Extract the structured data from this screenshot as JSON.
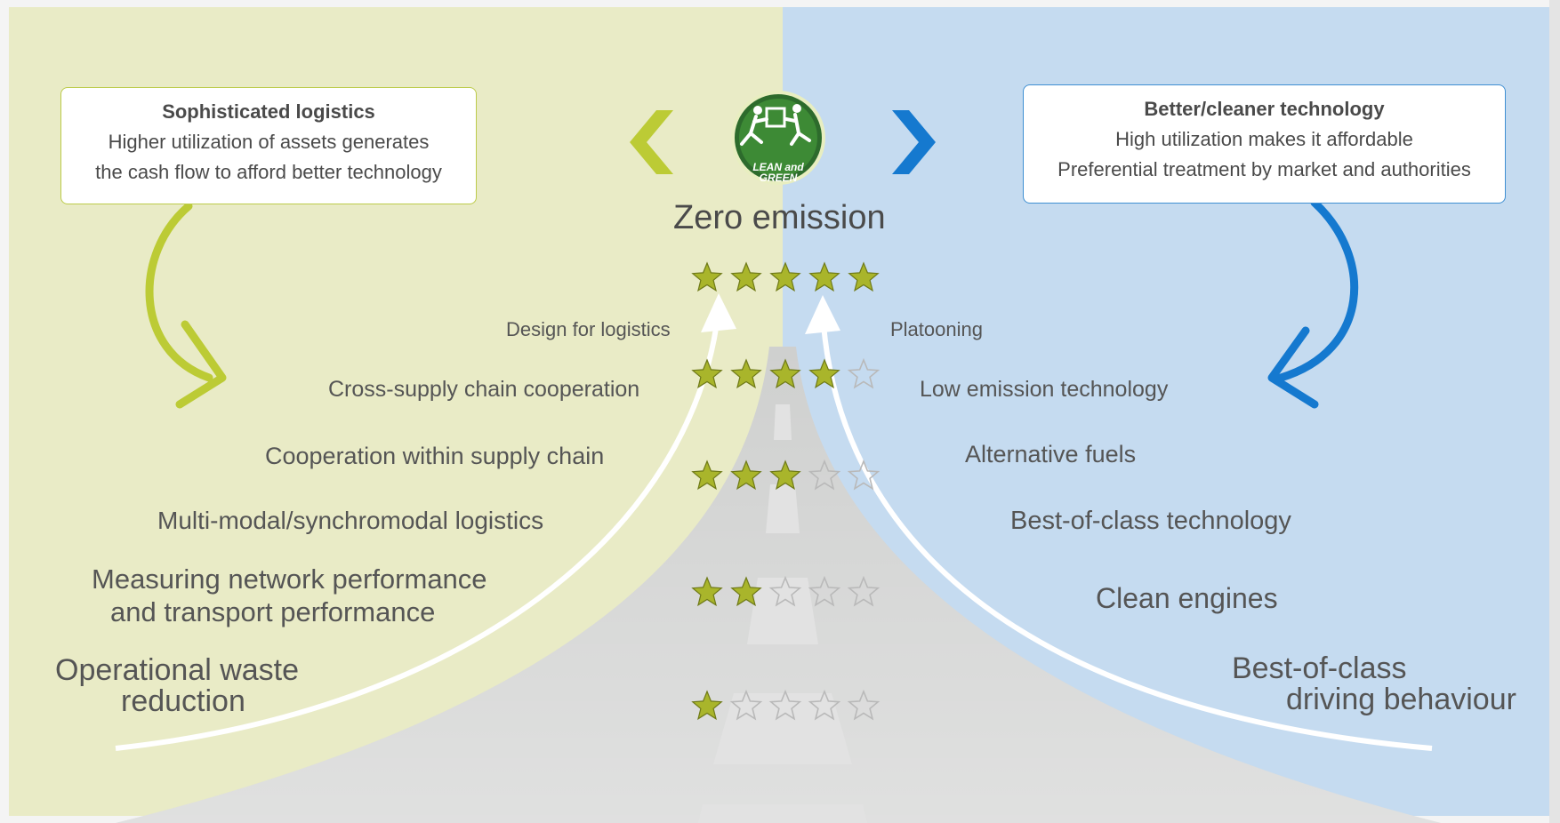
{
  "colors": {
    "left_bg": "#e9ebc6",
    "right_bg": "#c5dbf0",
    "road": "#cfd0cf",
    "green_accent": "#bccb35",
    "blue_accent": "#1579cf",
    "star_fill": "#a9b52b",
    "star_empty": "#b9b9b9"
  },
  "logo": {
    "text_line1": "LEAN and",
    "text_line2": "GREEN",
    "icon": "running-figures-icon"
  },
  "left_box": {
    "title": "Sophisticated logistics",
    "line1": "Higher utilization of assets generates",
    "line2": "the cash flow to afford better technology"
  },
  "right_box": {
    "title": "Better/cleaner technology",
    "line1": "High utilization makes it affordable",
    "line2": "Preferential treatment by market and authorities"
  },
  "center_title": "Zero emission",
  "left_items": [
    "Design for logistics",
    "Cross-supply chain cooperation",
    "Cooperation within supply chain",
    "Multi-modal/synchromodal logistics",
    "Measuring network performance",
    "and transport performance",
    "Operational waste",
    "reduction"
  ],
  "right_items": [
    "Platooning",
    "Low emission technology",
    "Alternative fuels",
    "Best-of-class technology",
    "Clean engines",
    "Best-of-class",
    "driving behaviour"
  ],
  "star_levels": [
    5,
    4,
    3,
    2,
    1
  ],
  "star_max": 5
}
